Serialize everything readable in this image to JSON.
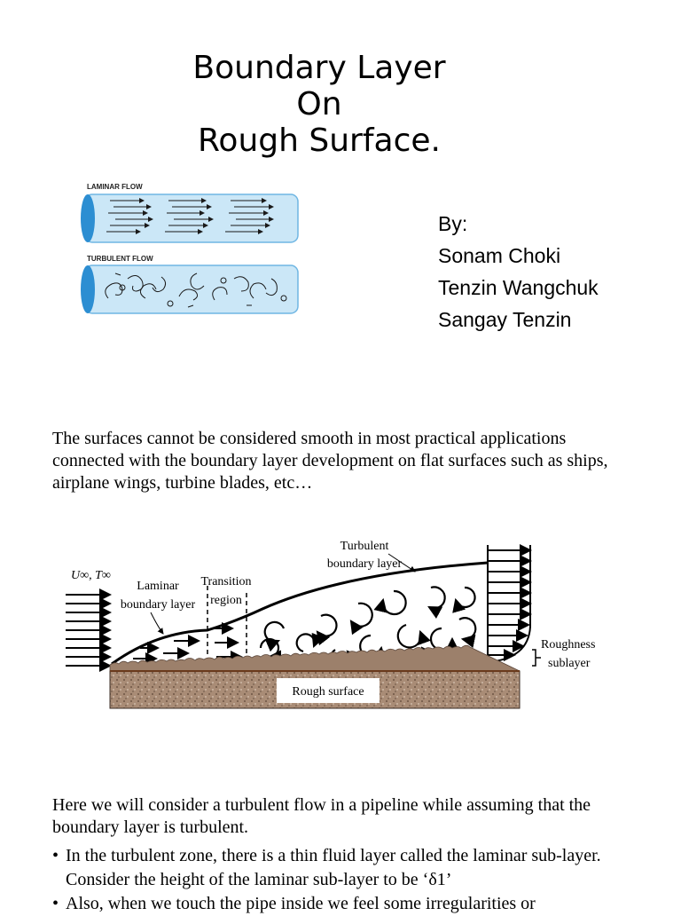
{
  "title": {
    "line1": "Boundary Layer",
    "line2": "On",
    "line3": "Rough Surface."
  },
  "flow_figure": {
    "laminar_label": "LAMINAR FLOW",
    "turbulent_label": "TURBULENT FLOW"
  },
  "authors": {
    "by": "By:",
    "names": [
      "Sonam Choki",
      "Tenzin Wangchuk",
      "Sangay Tenzin"
    ]
  },
  "intro_paragraph": "The surfaces cannot be considered smooth in most practical applications connected with the boundary layer development on flat surfaces such as ships, airplane wings, turbine blades, etc…",
  "diagram": {
    "free_stream": "U∞, T∞",
    "laminar": [
      "Laminar",
      "boundary layer"
    ],
    "transition": [
      "Transition",
      "region"
    ],
    "turbulent": [
      "Turbulent",
      "boundary layer"
    ],
    "roughness": [
      "Roughness",
      "sublayer"
    ],
    "surface": "Rough surface"
  },
  "turbulent_paragraph": "Here we will consider a turbulent flow in a pipeline while assuming that the boundary layer is turbulent.",
  "bullets": [
    "In the turbulent zone, there is a thin fluid layer called the laminar sub-layer.      Consider the height of the laminar sub-layer to be ‘δ1’",
    "Also, when we touch the pipe inside we feel some irregularities or"
  ]
}
